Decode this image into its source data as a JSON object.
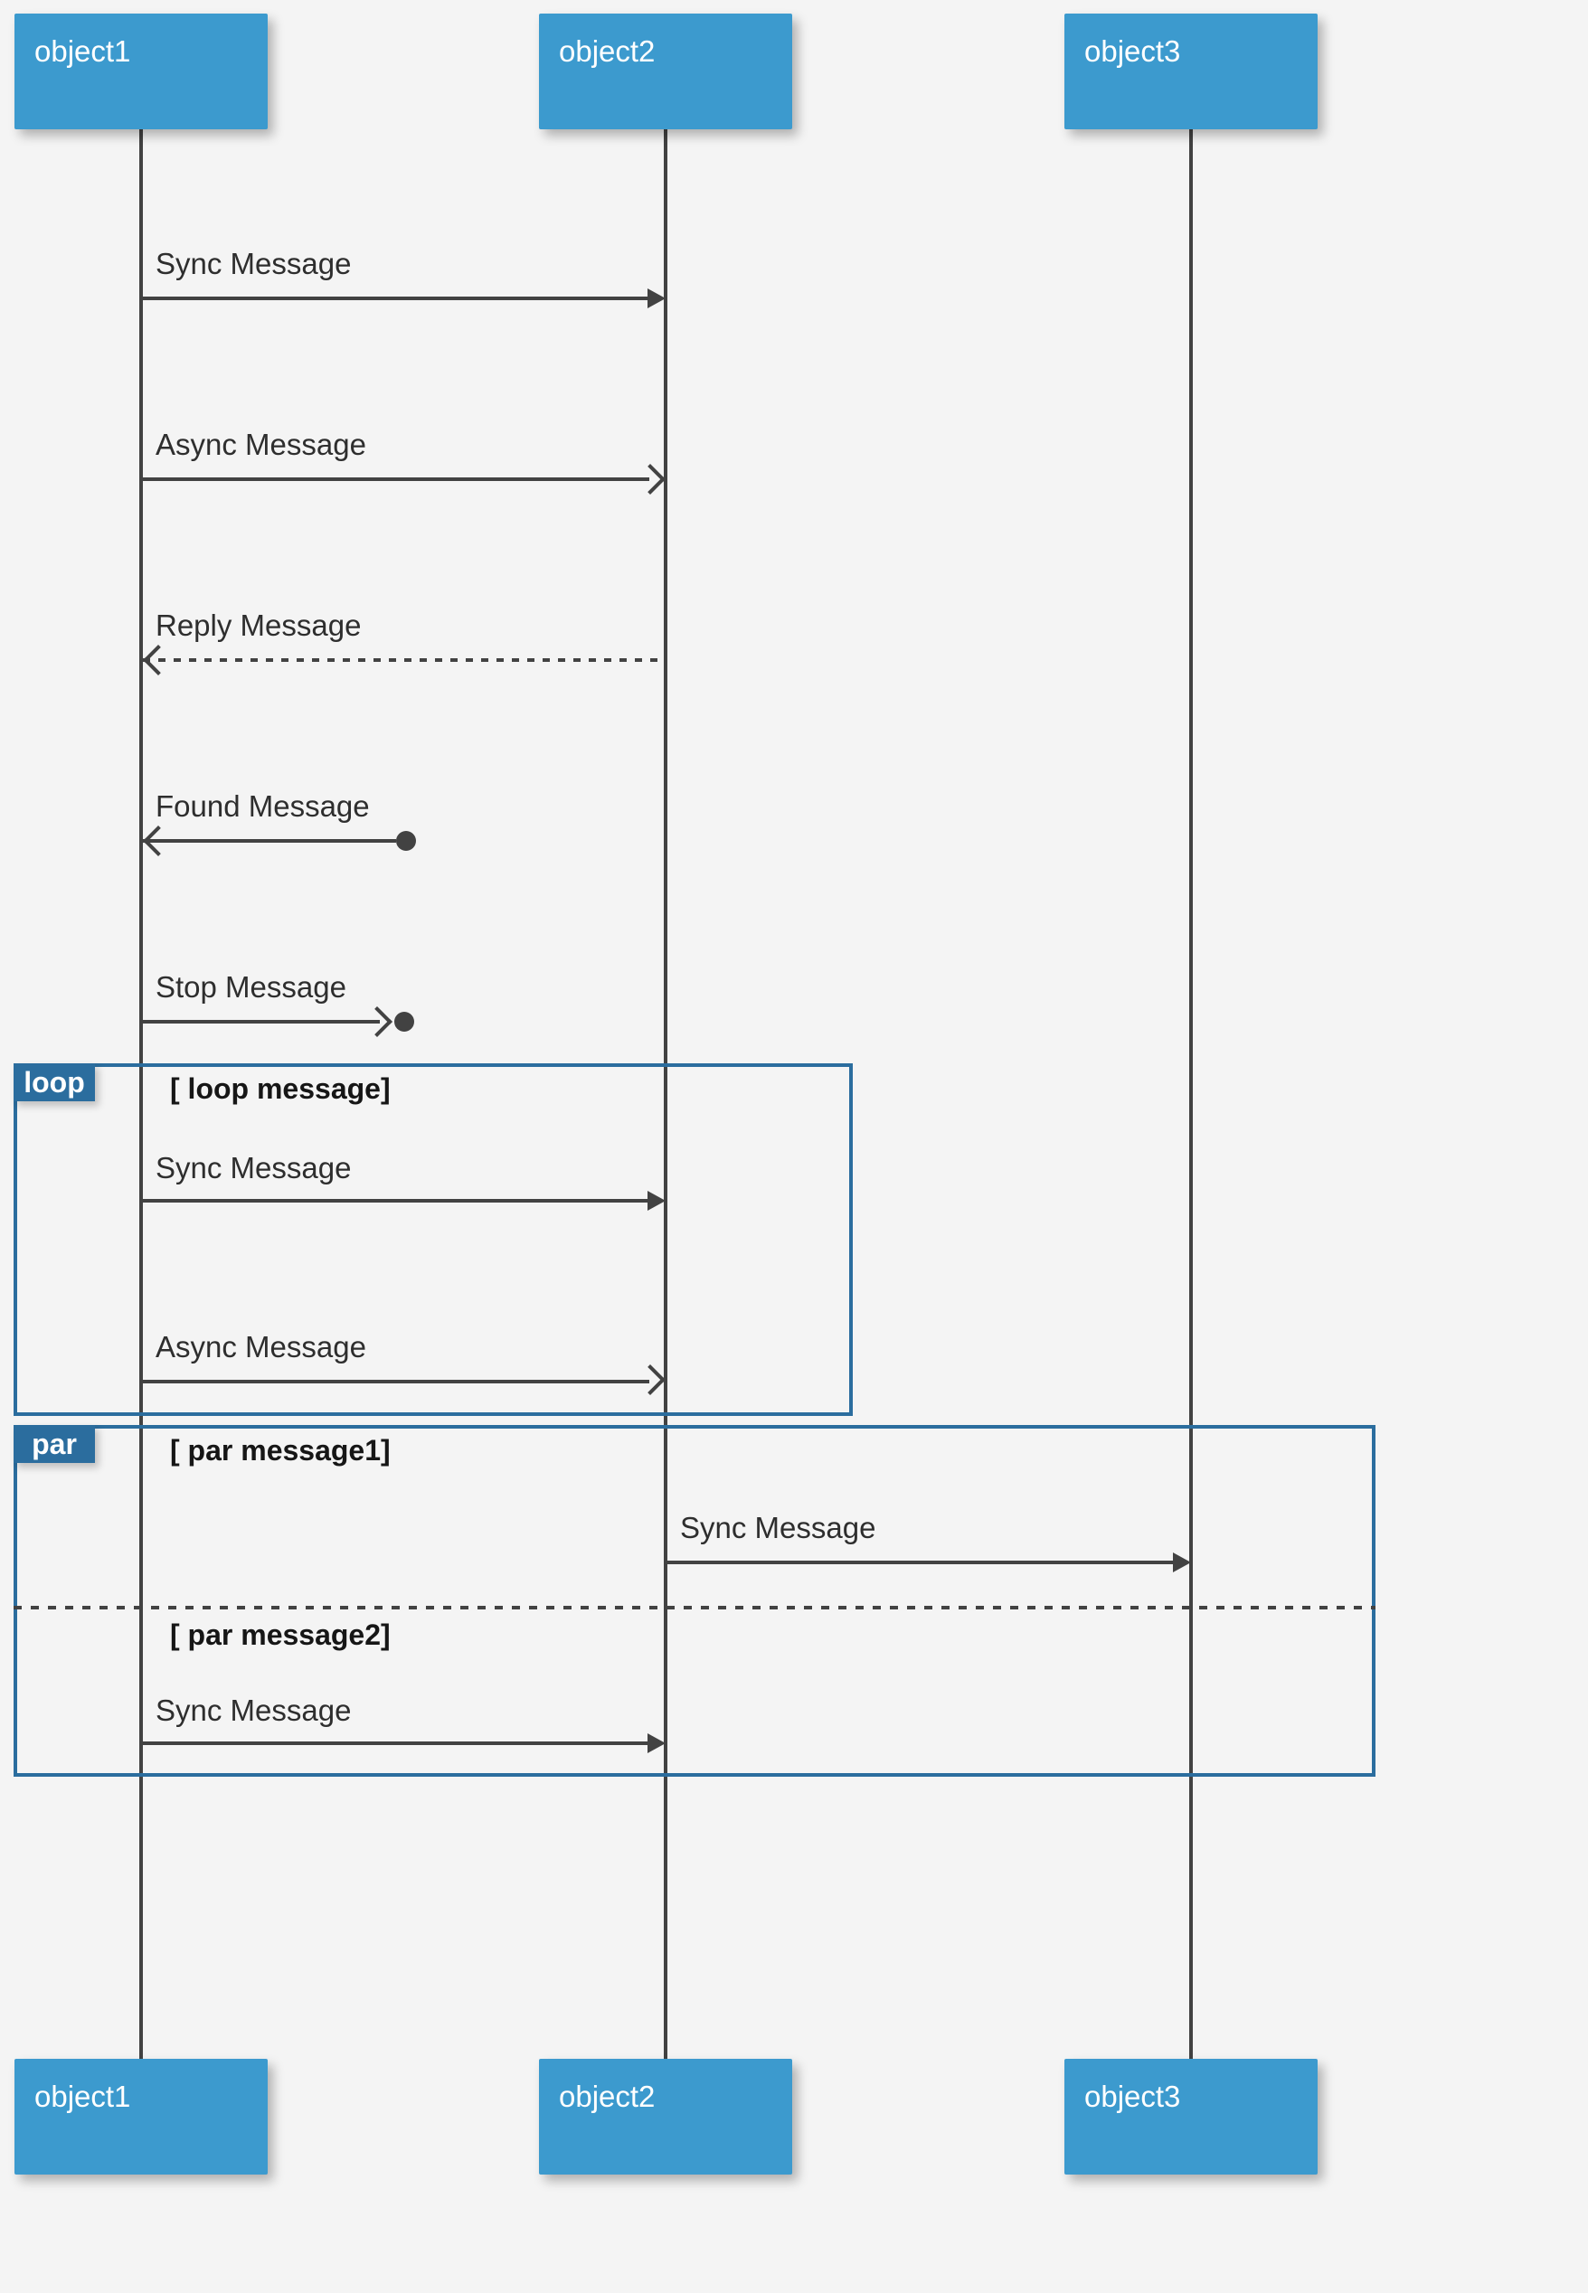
{
  "diagram": {
    "actors": [
      {
        "name": "object1"
      },
      {
        "name": "object2"
      },
      {
        "name": "object3"
      }
    ],
    "messages": [
      {
        "label": "Sync Message",
        "kind": "sync",
        "from": "object1",
        "to": "object2"
      },
      {
        "label": "Async Message",
        "kind": "async",
        "from": "object1",
        "to": "object2"
      },
      {
        "label": "Reply Message",
        "kind": "reply",
        "from": "object2",
        "to": "object1"
      },
      {
        "label": "Found Message",
        "kind": "found",
        "from": "found-point",
        "to": "object1"
      },
      {
        "label": "Stop Message",
        "kind": "stop",
        "from": "object1",
        "to": "stop-point"
      },
      {
        "label": "Sync Message",
        "kind": "sync",
        "from": "object1",
        "to": "object2",
        "fragment": "loop"
      },
      {
        "label": "Async Message",
        "kind": "async",
        "from": "object1",
        "to": "object2",
        "fragment": "loop"
      },
      {
        "label": "Sync Message",
        "kind": "sync",
        "from": "object2",
        "to": "object3",
        "fragment": "par-section1"
      },
      {
        "label": "Sync Message",
        "kind": "sync",
        "from": "object1",
        "to": "object2",
        "fragment": "par-section2"
      }
    ],
    "fragments": {
      "loop": {
        "operator": "loop",
        "guard": "[ loop message]"
      },
      "par": {
        "operator": "par",
        "guard1": "[ par message1]",
        "guard2": "[ par message2]"
      }
    },
    "colors": {
      "background": "#f4f4f4",
      "actor_fill": "#3c9ace",
      "actor_text": "#ffffff",
      "fragment_border": "#2b6d9e",
      "fragment_tab_fill": "#2b6d9e",
      "fragment_tab_text": "#ffffff",
      "line": "#424242",
      "label_text": "#2e2e2e",
      "guard_text": "#161616"
    }
  }
}
